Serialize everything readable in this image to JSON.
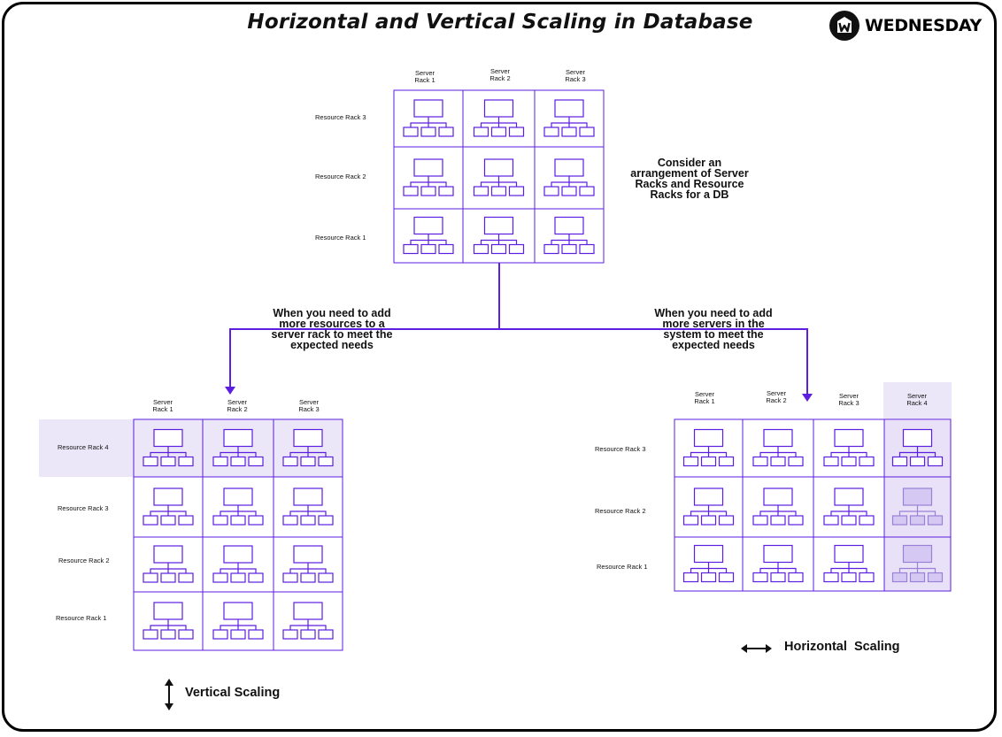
{
  "title": "Horizontal and Vertical Scaling in Database",
  "logo": {
    "text": "WEDNESDAY",
    "icon": "w-logo-icon"
  },
  "colors": {
    "accent": "#5c1ee0",
    "highlight": "#ece7f8"
  },
  "top_grid": {
    "columns": [
      "Server\nRack 1",
      "Server\nRack 2",
      "Server\nRack 3"
    ],
    "rows": [
      "Resource Rack 3",
      "Resource Rack 2",
      "Resource Rack 1"
    ],
    "note": "Consider an\narrangement of Server\nRacks and Resource\nRacks for a DB"
  },
  "left_branch_label": "When you need to add\nmore resources to a\nserver rack to meet the\nexpected needs",
  "right_branch_label": "When you need to add\nmore servers in the\nsystem to meet the\nexpected needs",
  "vertical_grid": {
    "columns": [
      "Server\nRack 1",
      "Server\nRack 2",
      "Server\nRack 3"
    ],
    "rows": [
      "Resource Rack 4",
      "Resource Rack 3",
      "Resource Rack 2",
      "Resource Rack 1"
    ]
  },
  "horizontal_grid": {
    "columns": [
      "Server\nRack 1",
      "Server\nRack 2",
      "Server\nRack 3",
      "Server\nRack 4"
    ],
    "rows": [
      "Resource Rack 3",
      "Resource Rack 2",
      "Resource Rack 1"
    ]
  },
  "legend": {
    "horizontal": "Horizontal  Scaling",
    "vertical": "Vertical Scaling"
  }
}
